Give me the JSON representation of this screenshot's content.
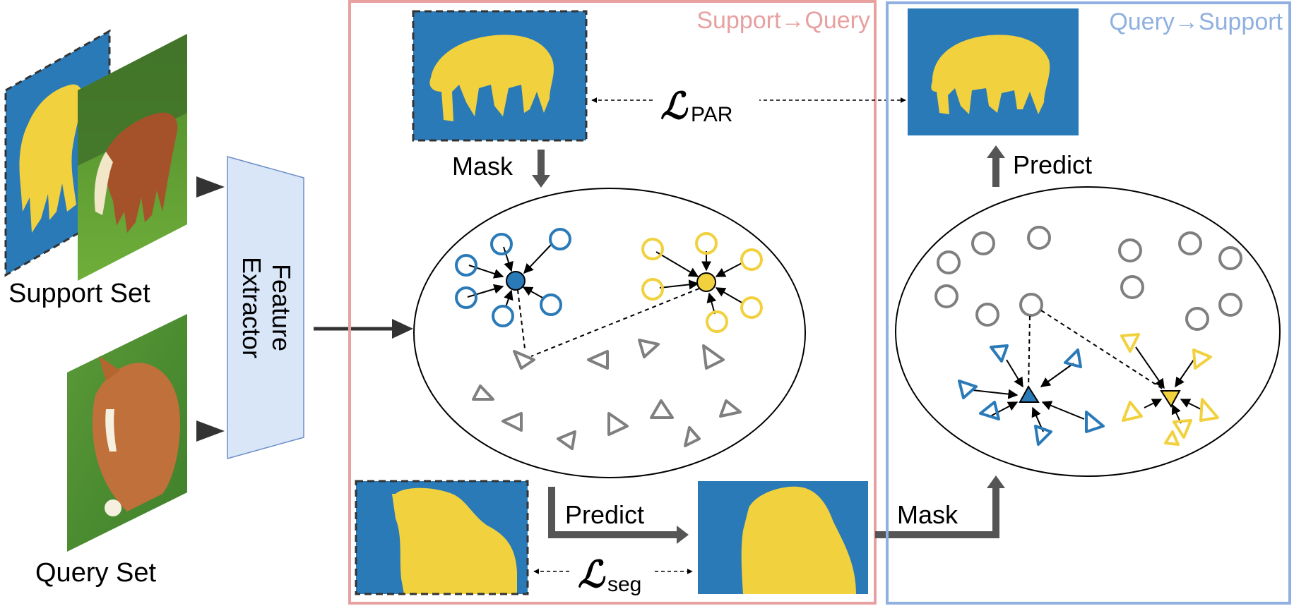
{
  "labels": {
    "support_set": "Support Set",
    "query_set": "Query Set",
    "feature_extractor": "Feature Extractor",
    "feature_extractor_line1": "Feature",
    "feature_extractor_line2": "Extractor",
    "support_to_query": "Support→Query",
    "query_to_support": "Query→Support",
    "mask_top": "Mask",
    "predict_top": "Predict",
    "predict_bottom": "Predict",
    "mask_bottom": "Mask",
    "loss_par_symbol": "ℒ",
    "loss_par_subscript": "PAR",
    "loss_seg_symbol": "ℒ",
    "loss_seg_subscript": "seg"
  },
  "colors": {
    "foreground_blue": "#2a7ab8",
    "foreground_yellow": "#f2d13f",
    "gray": "#7f7f7f",
    "support_frame": "#e8a0a0",
    "query_frame": "#8fb0e0",
    "extractor_fill": "#d8e6f8",
    "arrow_dark": "#555555"
  },
  "icons": {
    "support_image": "horse-photo",
    "query_image": "foal-photo",
    "masks": "horse-silhouette-mask"
  }
}
